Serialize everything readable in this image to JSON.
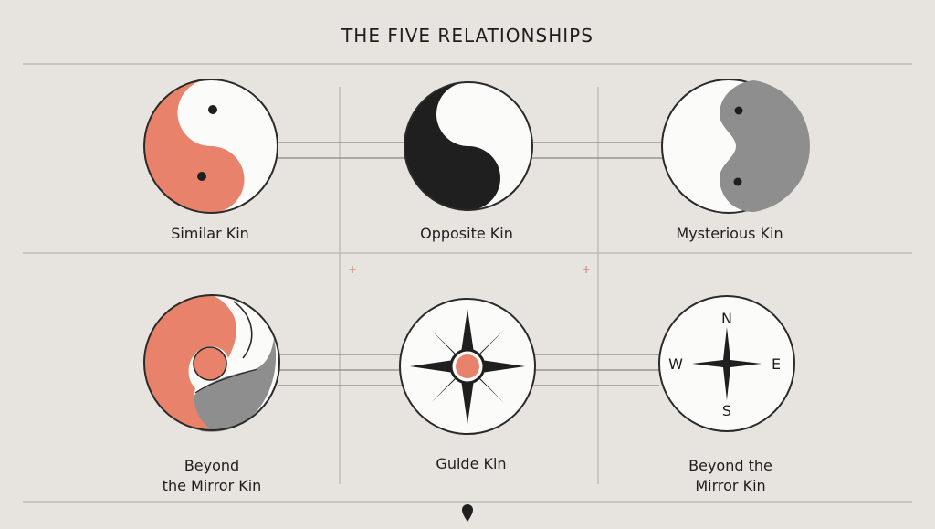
{
  "title": "THE FIVE RELATIONSHIPS",
  "labels": {
    "similar": "Similar Kin",
    "opposite": "Opposite Kin",
    "mysterious": "Mysterious Kin",
    "beyond_left_1": "Beyond",
    "beyond_left_2": "the Mirror Kin",
    "guide": "Guide Kin",
    "beyond_right_1": "Beyond the",
    "beyond_right_2": "Mirror Kin"
  },
  "compass": {
    "n": "N",
    "e": "E",
    "s": "S",
    "w": "W"
  },
  "colors": {
    "background": "#e7e3de",
    "coral": "#e8826b",
    "black": "#1f1f1f",
    "gray": "#8e8e8e",
    "white": "#fbfbfa",
    "line": "#b5b1ab",
    "ink": "#2a2a2a"
  },
  "icons": [
    "yin-yang-coral-icon",
    "yin-yang-black-icon",
    "yin-yang-gray-icon",
    "swirl-mirror-icon",
    "star-compass-icon",
    "compass-icon",
    "location-pin-icon"
  ]
}
